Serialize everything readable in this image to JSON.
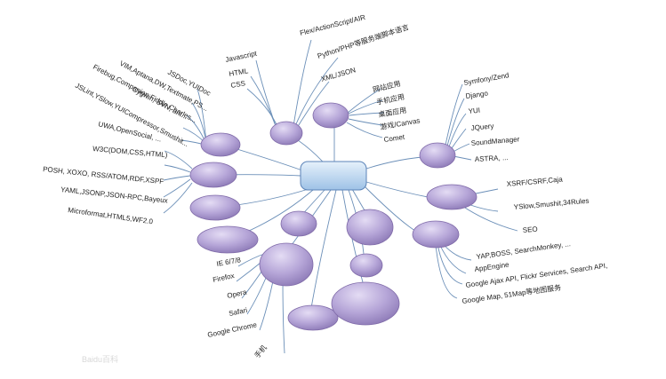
{
  "mindmap": {
    "center_label": "",
    "colors": {
      "node": "#b6a6d8",
      "node_dark": "#8c79b6",
      "center": "#b8d3ee",
      "line": "#6b8fb8"
    },
    "branches": {
      "web_basics": [
        "Javascript",
        "HTML",
        "CSS"
      ],
      "platforms": [
        "Flex/ActionScript/AIR",
        "Python/PHP等服务端脚本语言",
        "XML/JSON"
      ],
      "apps": [
        "网站应用",
        "手机应用",
        "桌面应用",
        "游戏/Canvas",
        "Comet"
      ],
      "frameworks": [
        "Symfony/Zend",
        "Django",
        "YUI",
        "JQuery",
        "SoundManager",
        "ASTRA, ..."
      ],
      "tools": [
        "JSDoc,YUIDoc",
        "VIM,Aptana,DW,Textmate,PS...",
        "Firebug,Companion,Fiddle,Charles...",
        "Cygwin, SVN, ant...",
        "JSLint,YSlow,YUICompressor,Smushit..."
      ],
      "standards": [
        "UWA,OpenSocial, ...",
        "W3C(DOM,CSS,HTML)",
        "POSH, XOXO, RSS/ATOM,RDF,XSPF",
        "YAML,JSONP,JSON-RPC,Bayeux",
        "Microformat,HTML5,WF2.0"
      ],
      "security": [
        "XSRF/CSRF,Caja",
        "YSlow,Smushit,34Rules",
        "SEO"
      ],
      "services": [
        "YAP,BOSS, SearchMonkey, ...",
        "AppEngine",
        "Google Ajax API, Flickr Services, Search API,",
        "Google Map, 51Map等地图服务"
      ],
      "browsers": [
        "IE 6/7/8",
        "Firefox",
        "Opera",
        "Safari",
        "Google Chrome",
        "手机"
      ]
    },
    "watermark": "Baidu百科"
  }
}
